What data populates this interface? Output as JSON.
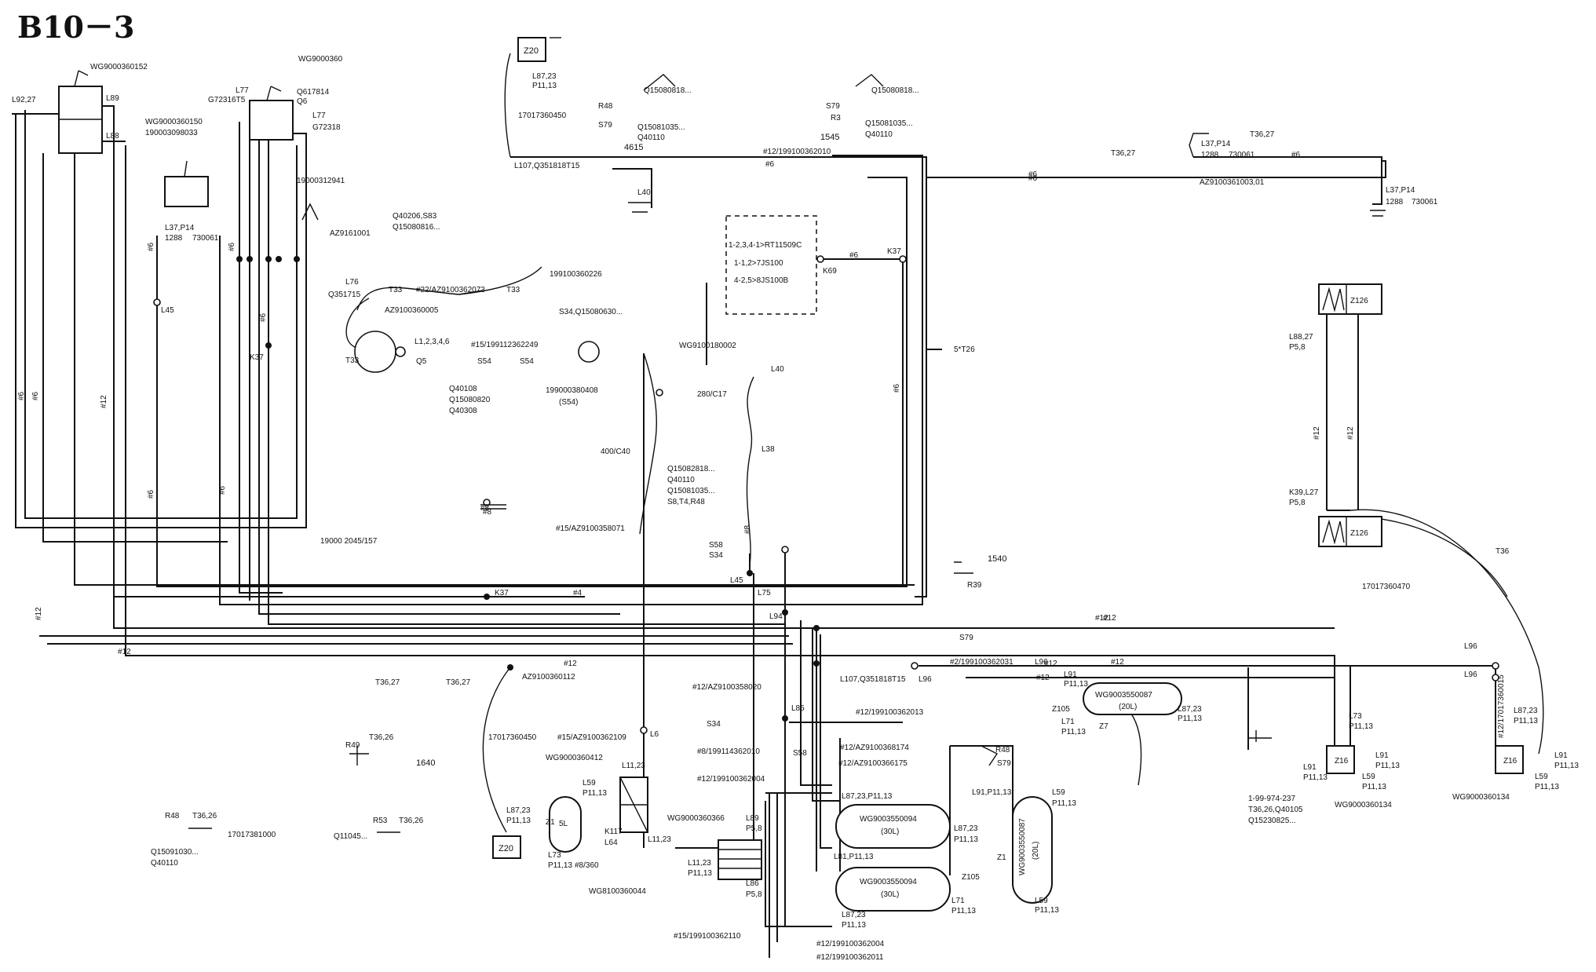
{
  "title": "B10－3",
  "labels": {
    "wc360152": "WG9000360152",
    "wc9000360": "WG9000360",
    "wc360150": "WG9000360150",
    "p190003098033": "190003098033",
    "q0617814": "Q617814",
    "q06": "Q6",
    "l77a": "L77",
    "g72316": "G72316T5",
    "l77b": "L77",
    "g72318": "G72318",
    "l92": "L92,27",
    "l89": "L89",
    "l88": "L88",
    "p19000312941": "19000312941",
    "l37p14": "L37,P14",
    "p1288": "1288",
    "p730061": "730061",
    "az9161001": "AZ9161001",
    "l76": "L76",
    "q351715": "Q351715",
    "l45": "L45",
    "k37": "K37",
    "z20top": "Z20",
    "l8723top": "L87,23",
    "p1113top": "P11,13",
    "p17017360450top": "17017360450",
    "l107top": "L107,Q351818T15",
    "r48top": "R48",
    "s79top": "S79",
    "q15080818a": "Q15080818...",
    "q15081035a": "Q15081035...",
    "q40110a": "Q40110",
    "s79r": "S79",
    "r3": "R3",
    "q15080818b": "Q15080818...",
    "q15081035b": "Q15081035...",
    "q40110b": "Q40110",
    "n4615": "4615",
    "n1545": "1545",
    "az199100362010": "#12/199100362010",
    "w6a": "#6",
    "w6b": "#6",
    "w6c": "#6",
    "t3627a": "T36,27",
    "t3627b": "T36,27",
    "l37p14r": "L37,P14",
    "p1288r": "1288",
    "p730061r": "730061",
    "az910036100301": "AZ9100361003,01",
    "l37p14r2": "L37,P14",
    "p1288r2": "1288",
    "p730061r2": "730061",
    "l40a": "L40",
    "q40206": "Q40206,S83",
    "q15080816": "Q15080816...",
    "t33a": "T33",
    "t33b": "T33",
    "t33c": "T33",
    "az22": "#22/AZ9100362073",
    "p199100360226": "199100360226",
    "az9100360005": "AZ9100360005",
    "l1234": "L1,2,3,4,6",
    "q05": "Q5",
    "p1599112362249": "#15/199112362249",
    "s54a": "S54",
    "s54b": "S54",
    "s34q": "S34,Q15080630...",
    "q40108": "Q40108",
    "q15080820": "Q15080820",
    "q40308": "Q40308",
    "box1": "1-2,3,4-1>RT11509C",
    "box2": "1-1,2>7JS100",
    "box3": "4-2,5>8JS100B",
    "k69": "K69",
    "w6d": "#6",
    "k37b": "K37",
    "t5t26": "5*T26",
    "wg9100180002": "WG9100180002",
    "l40b": "L40",
    "p280": "280/C17",
    "l38": "L38",
    "p199000380408": "199000380408",
    "s54c": "(S54)",
    "p400": "400/C40",
    "q15082818": "Q15082818...",
    "q40110c": "Q40110",
    "q15081035c": "Q15081035...",
    "s8t4r48": "S8,T4,R48",
    "az15": "#15/AZ9100358071",
    "s58": "S58",
    "s34": "S34",
    "l45b": "L45",
    "l75": "L75",
    "l94": "L94",
    "w8": "#8",
    "w4": "#4",
    "p1900": "19000 2045/157",
    "k37c": "K37",
    "t3627c": "T36,27",
    "t3627d": "T36,27",
    "az9100360112": "AZ9100360112",
    "w12a": "#12",
    "s79m": "S79",
    "r39": "R39",
    "n1540": "1540",
    "l107b": "L107,Q351818T15",
    "l96a": "L96",
    "w2": "#2/199100362031",
    "l96b": "L96",
    "w12b": "#12",
    "w12c": "#12",
    "l91": "L91",
    "p1113a": "P11,13",
    "z105a": "Z105",
    "wg3550087": "WG9003550087",
    "c20l": "(20L)",
    "l8723a": "L87,23",
    "p1113b": "P11,13",
    "l71": "L71",
    "p1113c": "P11,13",
    "z7a": "Z7",
    "t36r": "T36",
    "p17017360470": "17017360470",
    "w12d": "#12",
    "l96c": "L96",
    "l96d": "L96",
    "z126a": "Z126",
    "l88r": "L88,27",
    "p58a": "P5,8",
    "w12e": "#12",
    "w12f": "#12",
    "k39": "K39,L27",
    "p58b": "P5,8",
    "z126b": "Z126",
    "p12az": "#12/AZ9100358020",
    "l85": "L85",
    "w12g": "#12/199100362013",
    "s34b": "S34",
    "p15az2": "#15/AZ9100362109",
    "l6": "L6",
    "wg360412": "WG9000360412",
    "l1123": "L11,23",
    "w8b": "#8/199114362010",
    "s58b": "S58",
    "w12h": "#12/AZ9100368174",
    "w12i": "#12/AZ9100366175",
    "w12j": "#12/199100362004",
    "r48b": "R48",
    "s79b": "S79",
    "l91b": "L91,P11,13",
    "l59": "L59",
    "p1113d": "P11,13",
    "r49": "R49",
    "t3626a": "T36,26",
    "n640": "1640",
    "p17017360450b": "17017360450",
    "l8723b": "L87,23",
    "p1113e": "P11,13",
    "z20b": "Z20",
    "r48c": "R48",
    "t3626b": "T36,26",
    "p17017381000": "17017381000",
    "q15091030": "Q15091030...",
    "q40110d": "Q40110",
    "r53": "R53",
    "t3626c": "T36,26",
    "q11045": "Q11045...",
    "l59b": "L59",
    "p1113f": "P11,13",
    "z1a": "Z1",
    "c5l": "5L",
    "l73": "L73",
    "p1113g": "P11,13",
    "w8360": "#8/360",
    "wg8100360044": "WG8100360044",
    "k117": "K117",
    "l64": "L64",
    "l1123b": "L11,23",
    "wg360366": "WG9000360366",
    "l89b": "L89",
    "p58c": "P5,8",
    "l1123c": "L11,23",
    "p1113h": "P11,13",
    "l86": "L86",
    "p58d": "P5,8",
    "w15b": "#15/199100362110",
    "l8723c": "L87,23,P11,13",
    "wg3550094a": "WG9003550094",
    "c30la": "(30L)",
    "l8723d": "L87,23",
    "p1113i": "P11,13",
    "l81": "L81,P11,13",
    "wg3550094b": "WG9003550094",
    "c30lb": "(30L)",
    "z105b": "Z105",
    "l71b": "L71",
    "p1113j": "P11,13",
    "l8723e": "L87,23",
    "p1113k": "P11,13",
    "w12k": "#12/199100362004",
    "w12l": "#12/199100362011",
    "wg3550087b": "WG9003550087",
    "c20lb": "(20L)",
    "z1b": "Z1",
    "l59c": "L59",
    "p1113l": "P11,13",
    "p199974": "1-99-974-237",
    "t3626d": "T36,26,Q40105",
    "q15230825": "Q15230825...",
    "l73b": "L73",
    "p1113m": "P11,13",
    "z16a": "Z16",
    "l91c": "L91",
    "p1113n": "P11,13",
    "l91d": "L91",
    "p1113o": "P11,13",
    "l59d": "L59",
    "p1113p": "P11,13",
    "wg360134a": "WG9000360134",
    "l8723f": "L87,23",
    "p1113q": "P11,13",
    "w12m": "#12/17017360015",
    "z16b": "Z16",
    "l91e": "L91",
    "p1113r": "P11,13",
    "l59e": "L59",
    "p1113s": "P11,13",
    "wg360134b": "WG9000360134",
    "w12n": "#12",
    "w12o": "#12",
    "w12p": "#12",
    "w12q": "#12",
    "w12r": "#12",
    "w8c": "#8",
    "w8d": "#8",
    "w6e": "#6",
    "w6f": "#6",
    "w6g": "#6",
    "w6h": "#6",
    "w6i": "#6",
    "w6j": "#6",
    "w6k": "#6",
    "w6l": "#6",
    "w6m": "#6"
  }
}
